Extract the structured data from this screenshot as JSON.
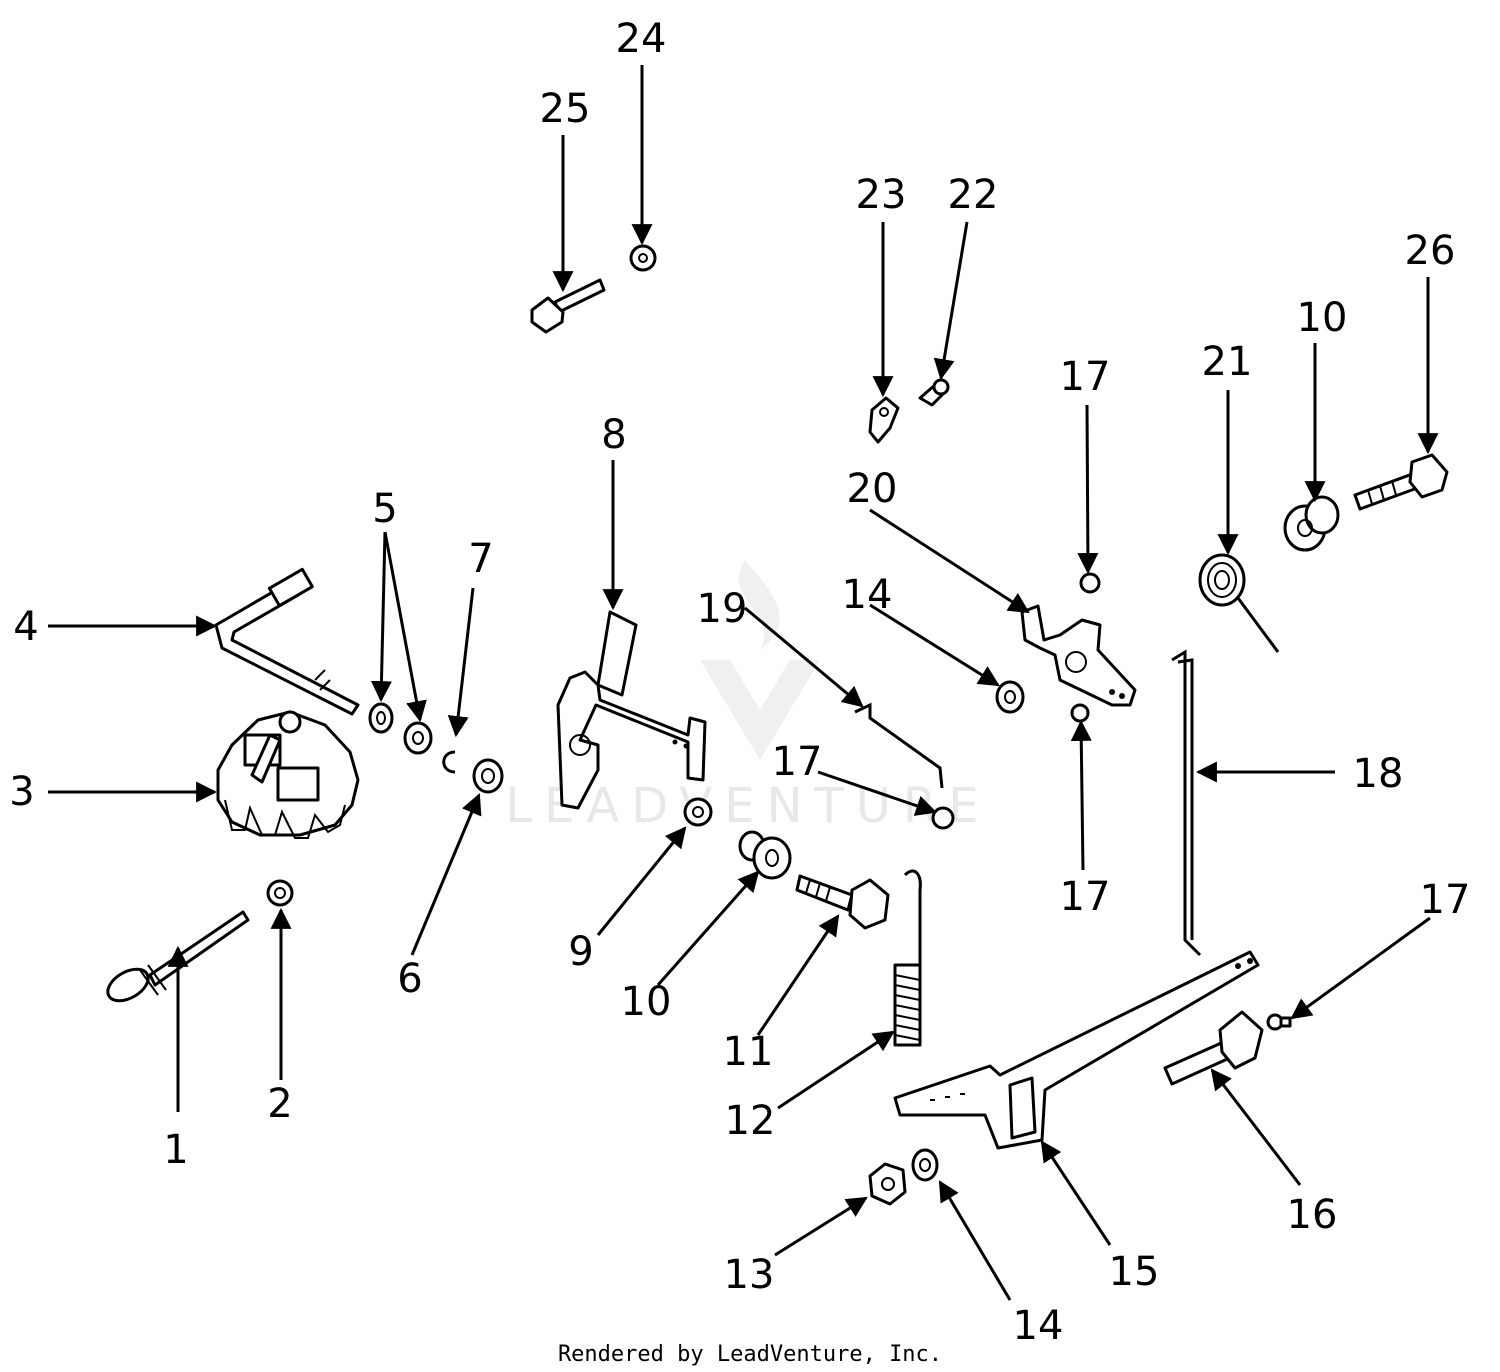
{
  "labels": {
    "l1": "1",
    "l2": "2",
    "l3": "3",
    "l4": "4",
    "l5": "5",
    "l6": "6",
    "l7": "7",
    "l8": "8",
    "l9": "9",
    "l10a": "10",
    "l10b": "10",
    "l11": "11",
    "l12": "12",
    "l13": "13",
    "l14a": "14",
    "l14b": "14",
    "l15": "15",
    "l16": "16",
    "l17a": "17",
    "l17b": "17",
    "l17c": "17",
    "l17d": "17",
    "l18": "18",
    "l19": "19",
    "l20": "20",
    "l21": "21",
    "l22": "22",
    "l23": "23",
    "l24": "24",
    "l25": "25",
    "l26": "26"
  },
  "watermark": "LEADVENTURE",
  "credit": "Rendered by LeadVenture, Inc."
}
